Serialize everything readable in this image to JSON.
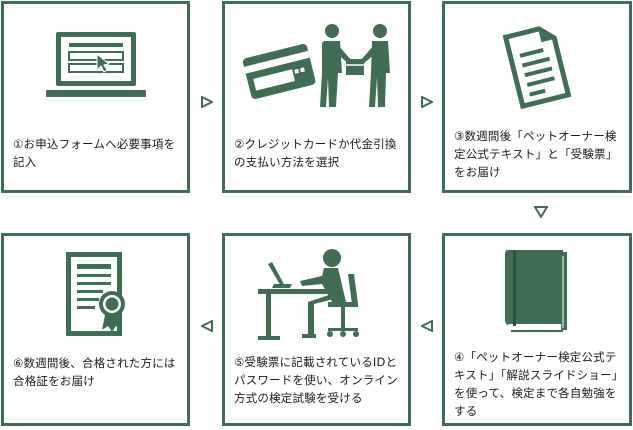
{
  "steps": [
    {
      "id": 1,
      "text": "①お申込フォームへ必要事項を記入",
      "icon": "laptop-icon"
    },
    {
      "id": 2,
      "text": "②クレジットカードか代金引換の支払い方法を選択",
      "icon": "payment-icon"
    },
    {
      "id": 3,
      "text": "③数週間後「ペットオーナー検定公式テキスト」と「受験票」をお届け",
      "icon": "document-icon"
    },
    {
      "id": 4,
      "text": "④「ペットオーナー検定公式テキスト」「解説スライドショー」を使って、検定まで各自勉強をする",
      "icon": "book-icon"
    },
    {
      "id": 5,
      "text": "⑤受験票に記載されているIDとパスワードを使い、オンライン方式の検定試験を受ける",
      "icon": "exam-desk-icon"
    },
    {
      "id": 6,
      "text": "⑥数週間後、合格された方には合格証をお届け",
      "icon": "certificate-icon"
    }
  ],
  "colors": {
    "accent": "#3f6e55"
  }
}
